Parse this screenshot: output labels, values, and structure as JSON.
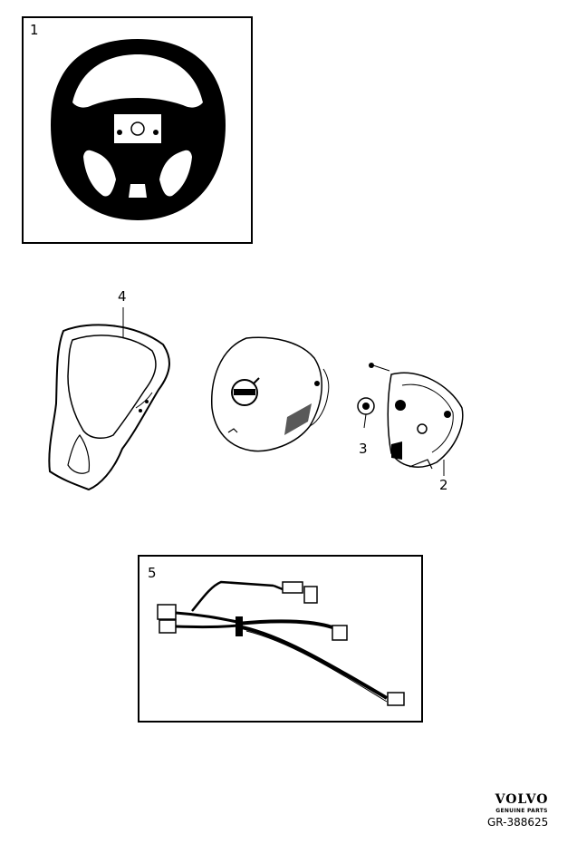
{
  "callouts": {
    "steering_wheel": "1",
    "module": "2",
    "nut": "3",
    "trim_cover": "4",
    "wiring_harness": "5"
  },
  "logo": {
    "brand": "VOLVO",
    "subtitle": "GENUINE PARTS"
  },
  "reference": "GR-388625"
}
